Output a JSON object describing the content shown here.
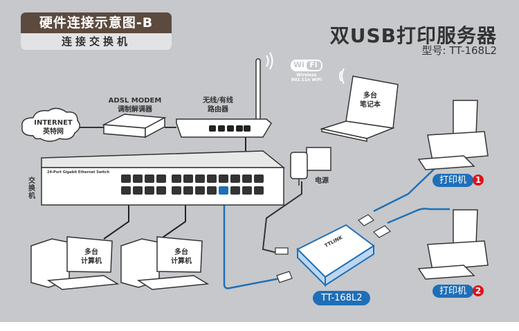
{
  "header": {
    "title": "硬件连接示意图-B",
    "subtitle": "连接交换机"
  },
  "product": {
    "name": "双USB打印服务器",
    "model_label": "型号: TT-168L2"
  },
  "devices": {
    "internet": {
      "line1": "INTERNET",
      "line2": "英特网"
    },
    "modem": {
      "line1": "ADSL MODEM",
      "line2": "调制解调器"
    },
    "router": {
      "line1": "无线/有线",
      "line2": "路由器"
    },
    "wifi": {
      "logo_left": "Wi",
      "logo_right": "Fi",
      "line1": "Wireless",
      "line2": "802.11n WiFi"
    },
    "laptop": {
      "line1": "多台",
      "line2": "笔记本"
    },
    "switch": {
      "label": "交换机",
      "panel_title": "24-Port Gigabit Ethernet Switch"
    },
    "power": {
      "label": "电源"
    },
    "computers": [
      {
        "line1": "多台",
        "line2": "计算机"
      },
      {
        "line1": "多台",
        "line2": "计算机"
      }
    ],
    "print_server": {
      "brand": "TTLINK",
      "model_badge": "TT-168L2"
    },
    "printers": [
      {
        "label": "打印机",
        "number": "1"
      },
      {
        "label": "打印机",
        "number": "2"
      }
    ]
  },
  "colors": {
    "background": "#c6c8cb",
    "title_bg": "#5c4a3e",
    "accent_blue": "#1f6fb8",
    "badge_red": "#e0101a",
    "cable_dark": "#222222"
  }
}
